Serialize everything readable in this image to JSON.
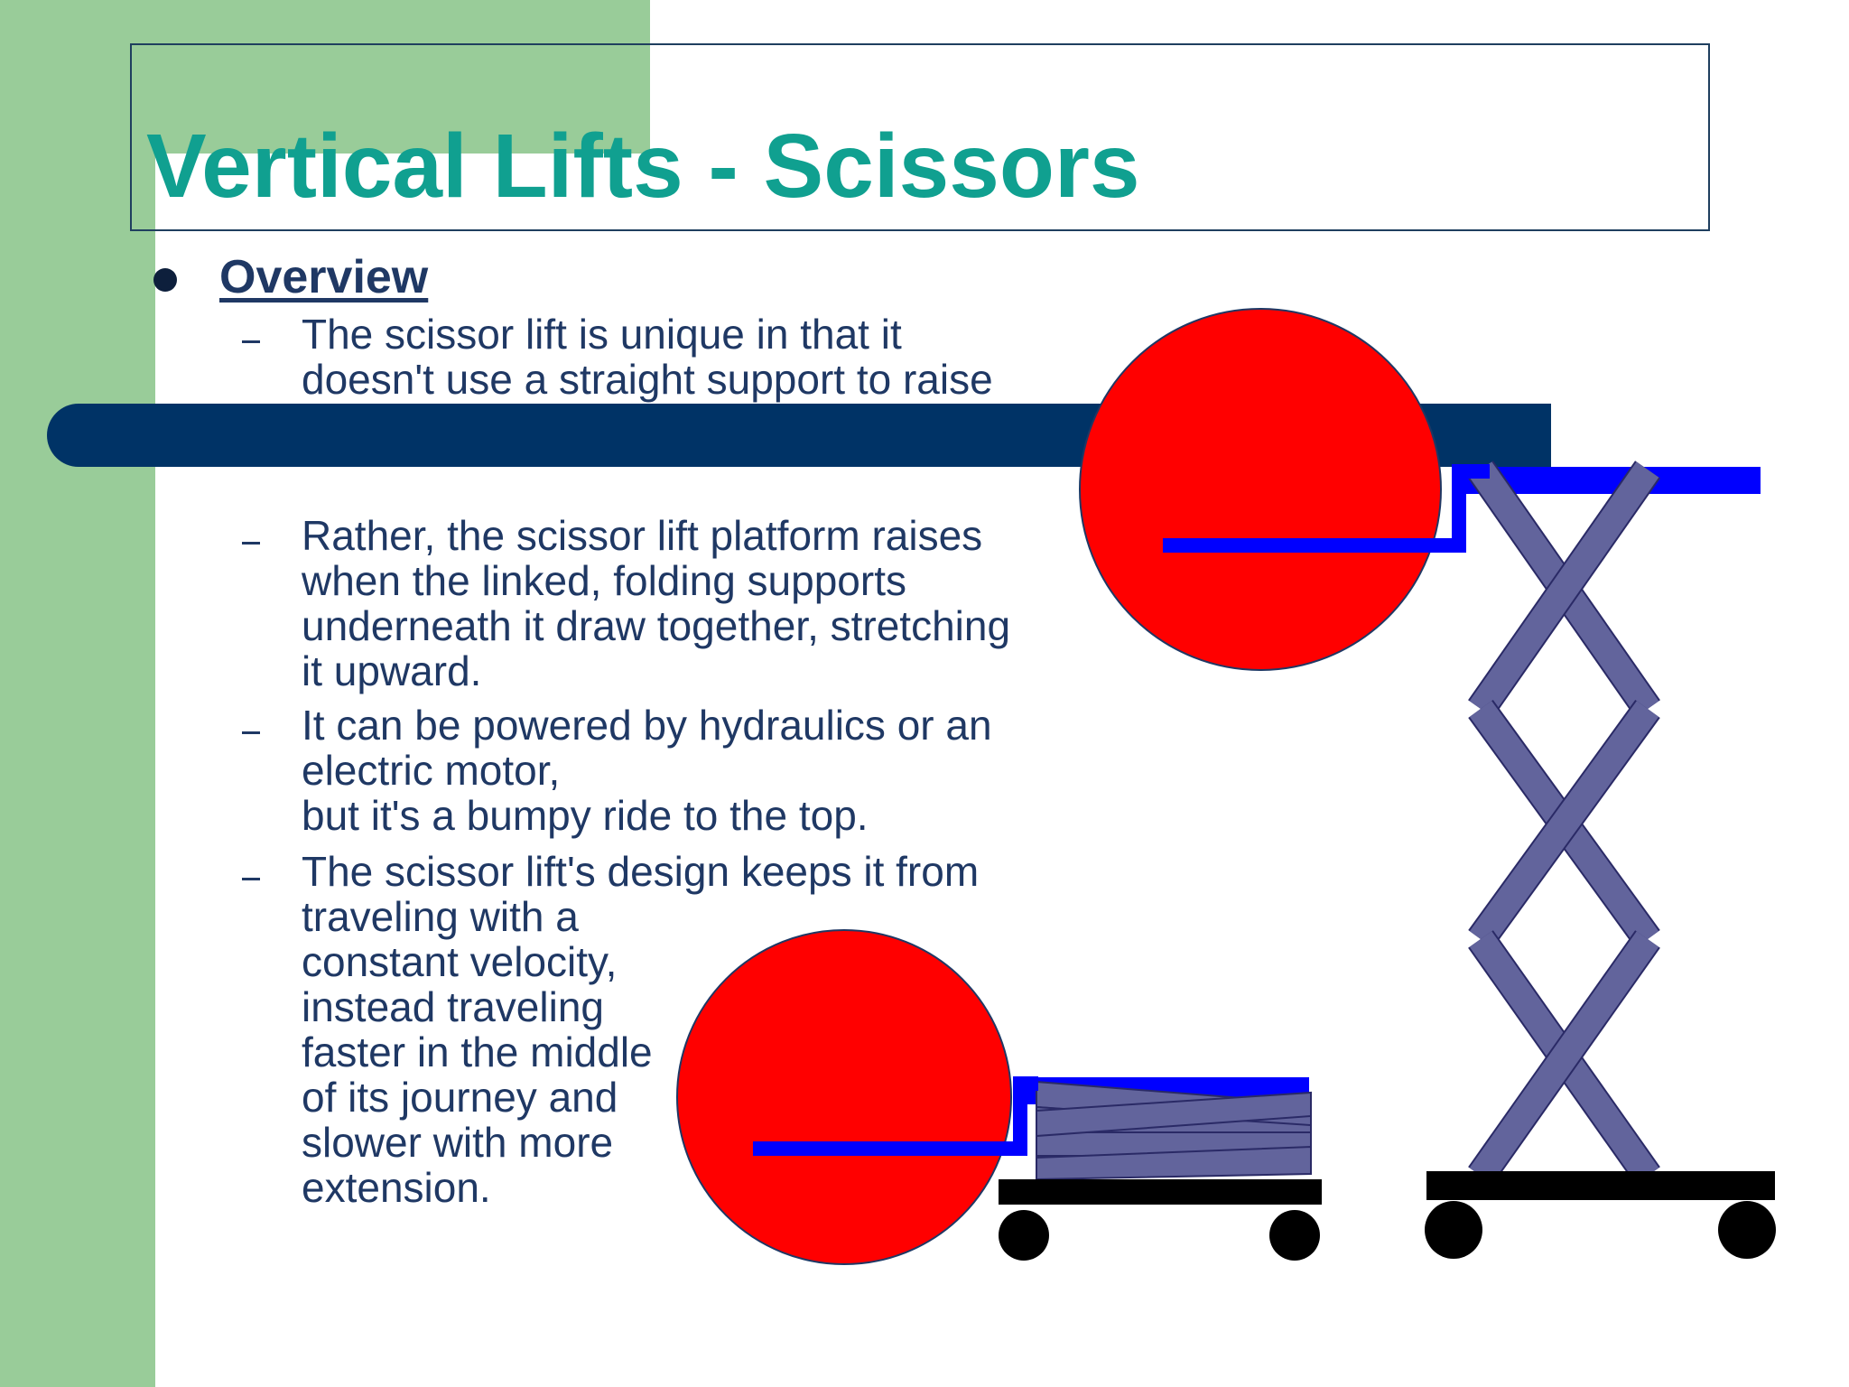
{
  "slide": {
    "title": "Vertical Lifts - Scissors",
    "heading": "Overview",
    "items": [
      {
        "text": "The scissor lift is unique in that it\ndoesn't use a straight support to raise"
      },
      {
        "text": "Rather, the scissor lift platform raises\nwhen the linked, folding supports\nunderneath it draw together, stretching\nit upward."
      },
      {
        "text": "It can be powered by hydraulics or an\nelectric motor,\nbut it's a bumpy ride to the top."
      },
      {
        "text": "The scissor lift's design keeps it from\ntraveling with a\nconstant velocity,\ninstead traveling\nfaster in the middle\nof its journey and\nslower with more\nextension."
      }
    ]
  },
  "colors": {
    "title": "#10a090",
    "text": "#1f3864",
    "sidebar_green": "#99cc99",
    "bar_navy": "#003366",
    "circle_red": "#ff0000",
    "platform_blue": "#0000ff",
    "scissor_arm": "#62649c",
    "base_black": "#000000"
  }
}
